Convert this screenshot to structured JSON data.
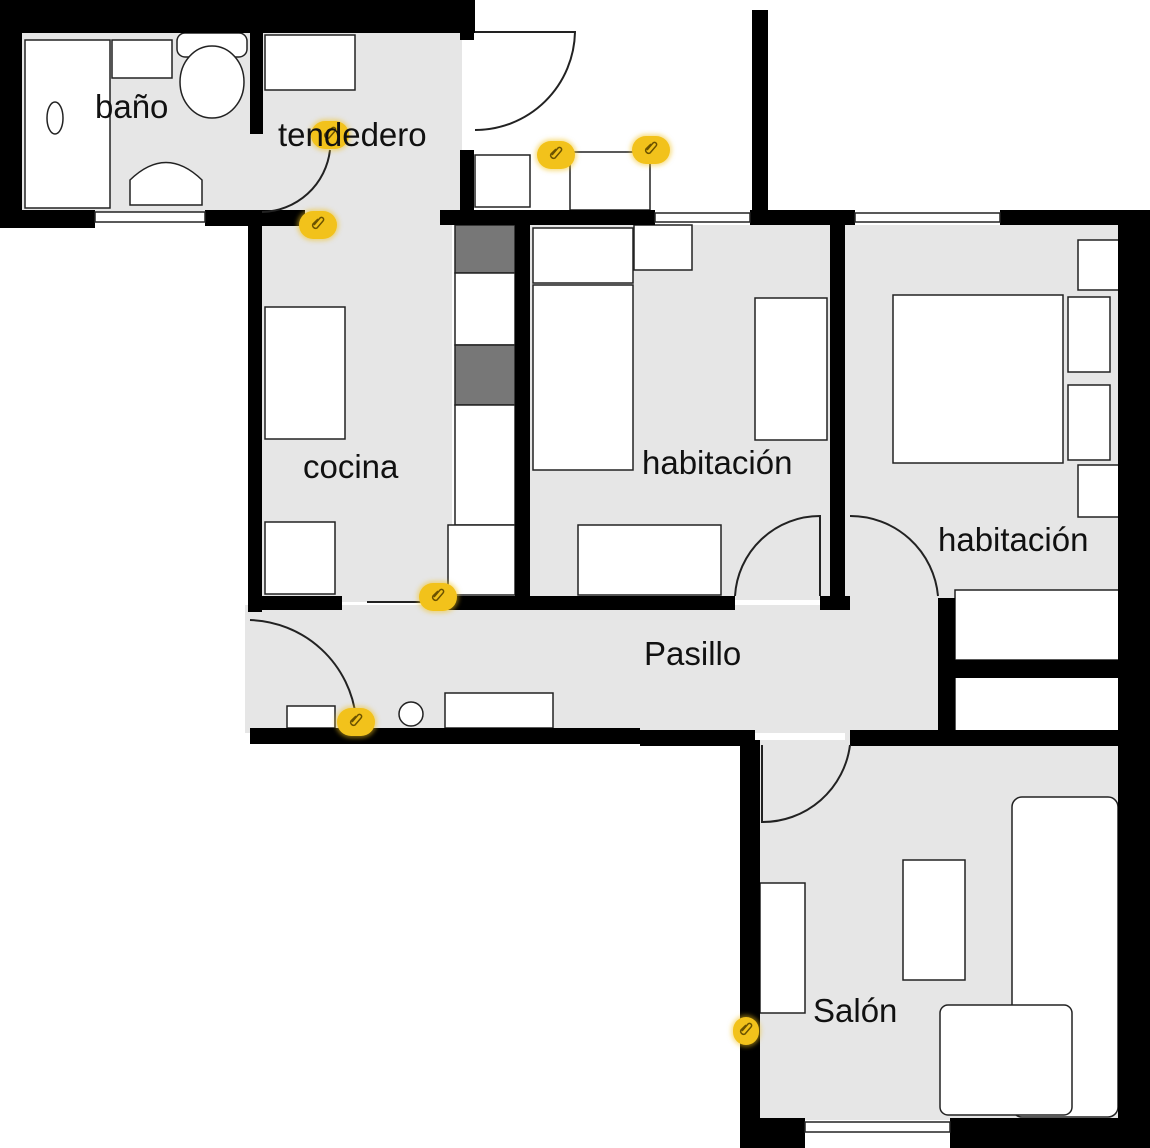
{
  "rooms": {
    "bano": "baño",
    "tendedero": "tendedero",
    "cocina": "cocina",
    "habitacion_1": "habitación",
    "habitacion_2": "habitación",
    "pasillo": "Pasillo",
    "salon": "Salón"
  },
  "markers": [
    {
      "icon": "paperclip-icon",
      "room": "tendedero"
    },
    {
      "icon": "paperclip-icon",
      "room": "terrace"
    },
    {
      "icon": "paperclip-icon",
      "room": "terrace"
    },
    {
      "icon": "paperclip-icon",
      "room": "cocina"
    },
    {
      "icon": "paperclip-icon",
      "room": "cocina"
    },
    {
      "icon": "paperclip-icon",
      "room": "pasillo"
    },
    {
      "icon": "paperclip-icon",
      "room": "salon"
    }
  ],
  "colors": {
    "wall": "#000000",
    "floor": "#e6e6e6",
    "marker": "#f2c21b",
    "cabinet": "#888888"
  }
}
